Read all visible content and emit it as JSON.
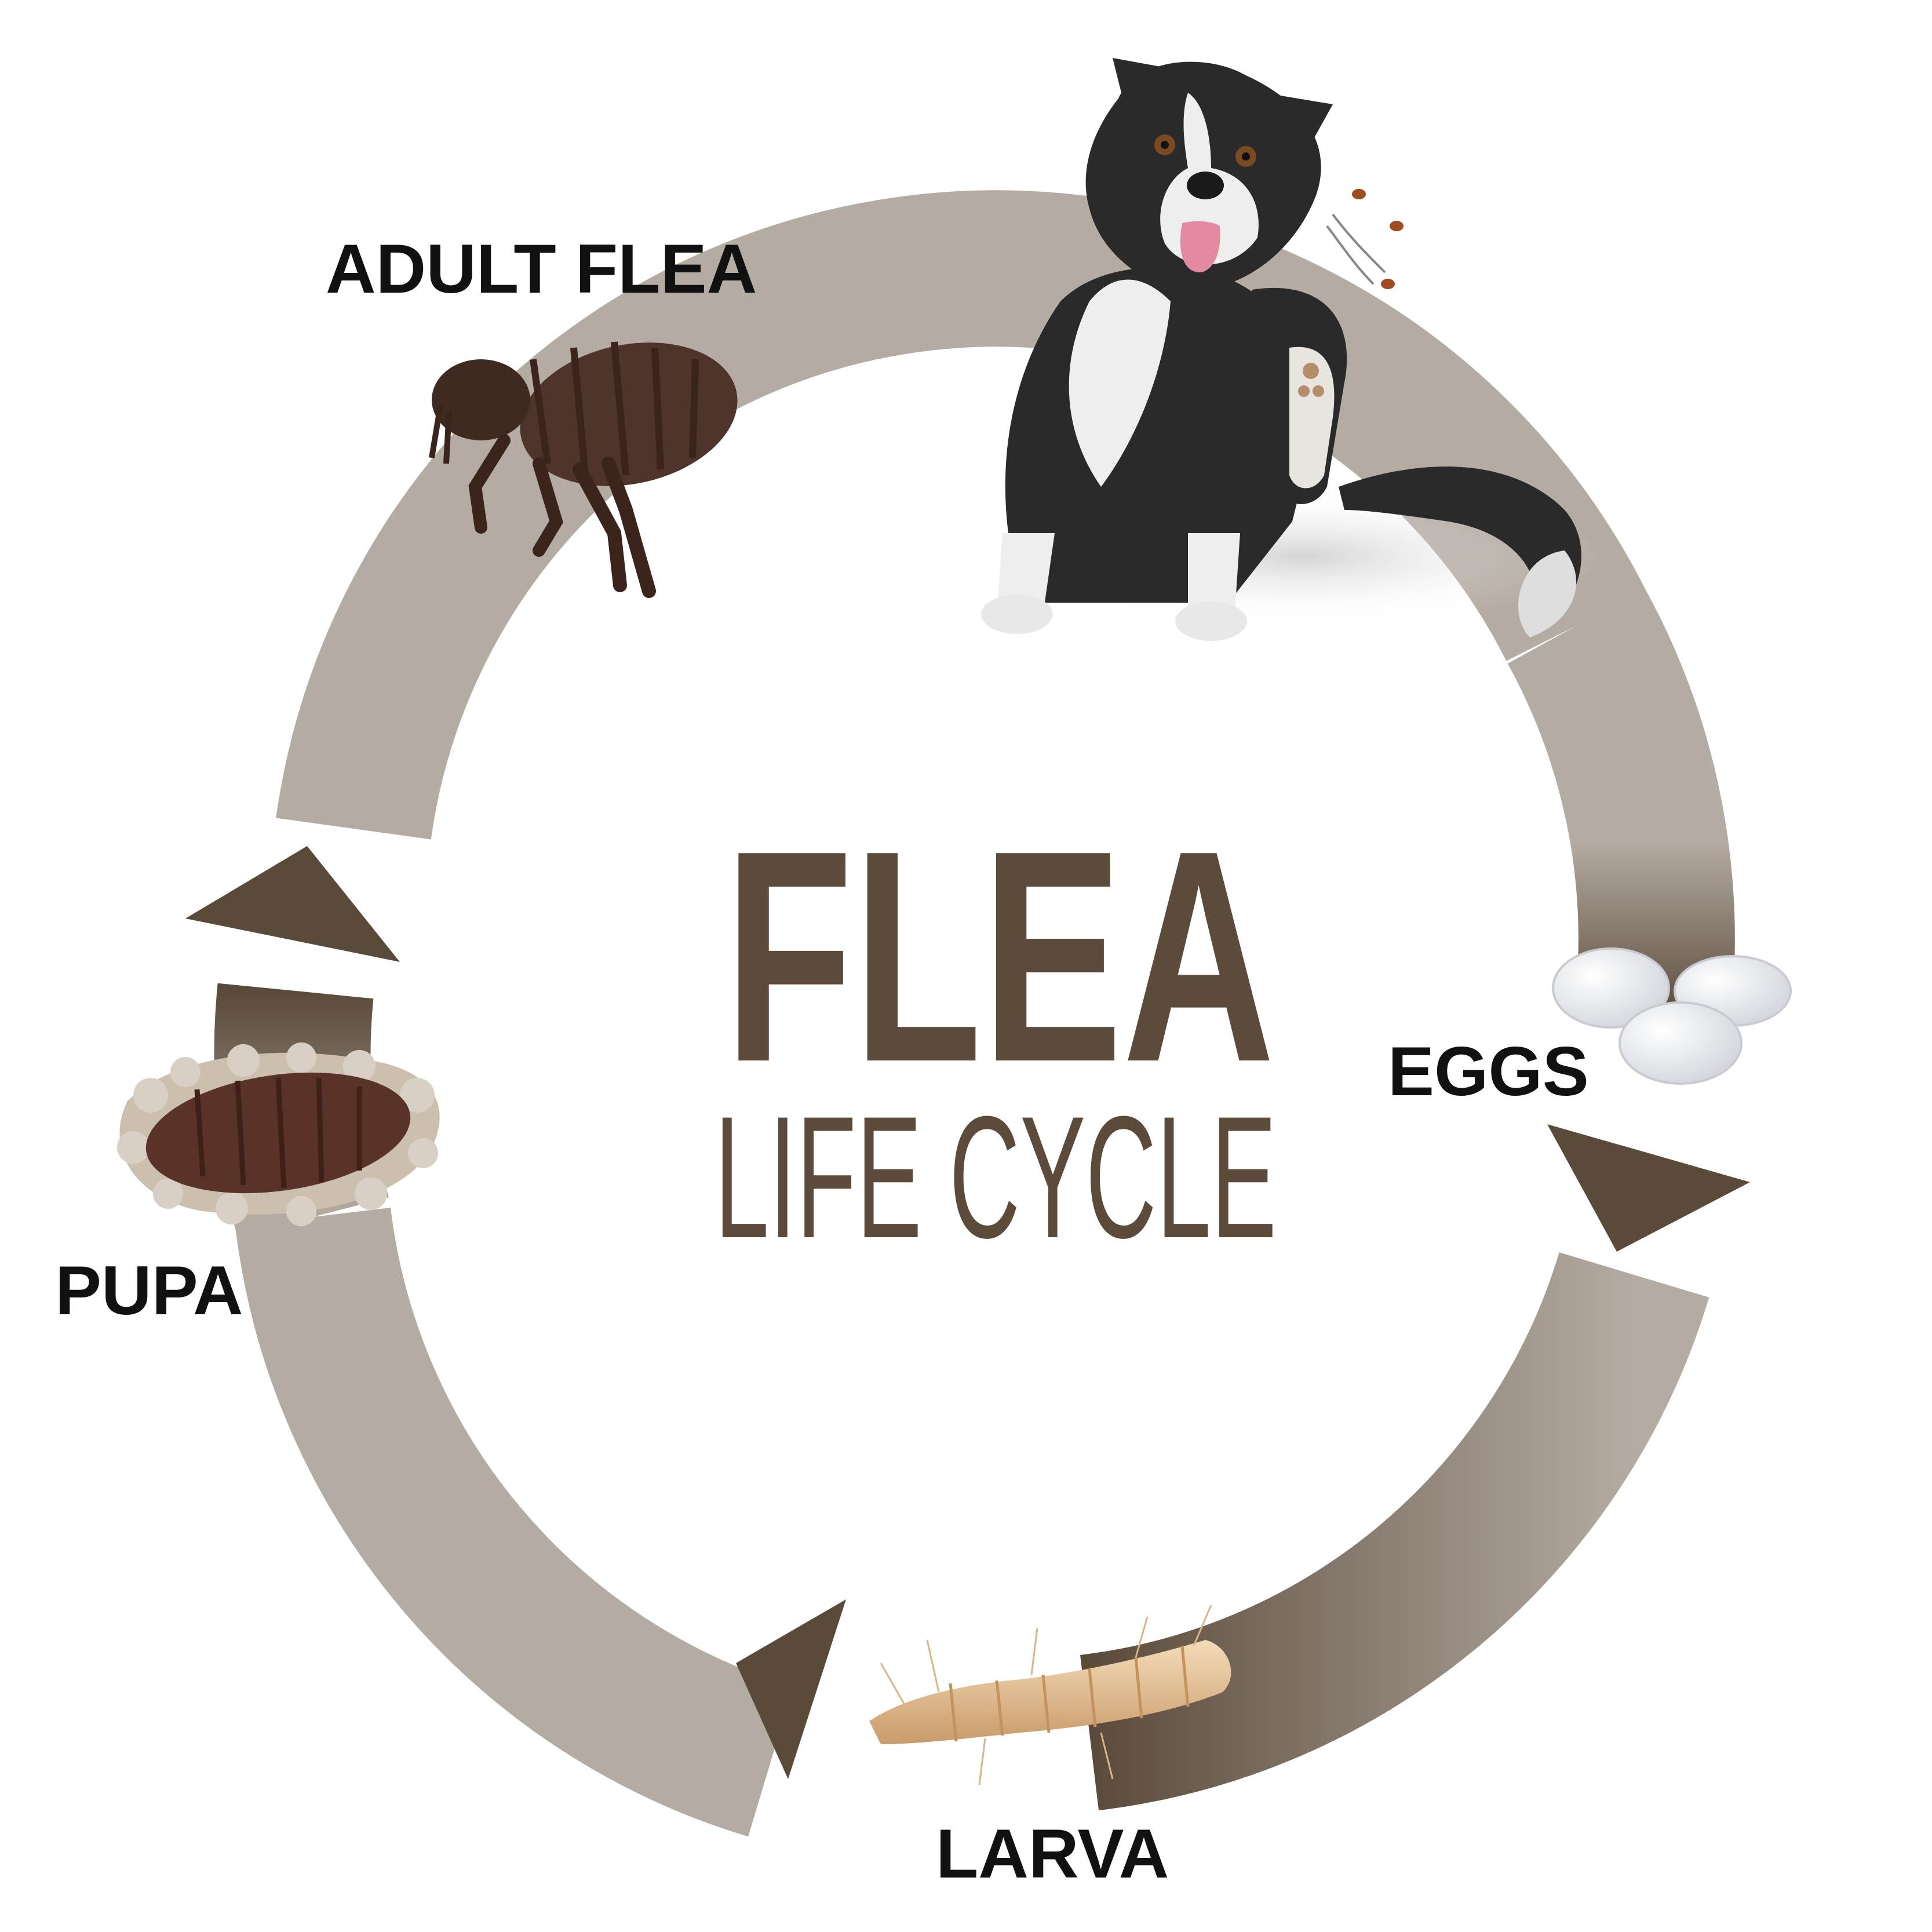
{
  "title": {
    "main": "FLEA",
    "sub": "LIFE CYCLE"
  },
  "stages": [
    {
      "id": "adult",
      "label": "ADULT FLEA"
    },
    {
      "id": "eggs",
      "label": "EGGS"
    },
    {
      "id": "larva",
      "label": "LARVA"
    },
    {
      "id": "pupa",
      "label": "PUPA"
    }
  ],
  "colors": {
    "ring_light": "#b4aba2",
    "ring_dark": "#5a4a3a",
    "title": "#5c4a3b",
    "label": "#111111",
    "flea_body": "#4e342b",
    "flea_stripe": "#3a241c",
    "egg": "#f2f3f5",
    "larva": "#e8c9a0",
    "dog_black": "#2a2a2a",
    "dog_white": "#eeeeee"
  },
  "icons": [
    "dog-illustration",
    "adult-flea-icon",
    "eggs-icon",
    "larva-icon",
    "pupa-icon",
    "cycle-arrow-icon"
  ]
}
